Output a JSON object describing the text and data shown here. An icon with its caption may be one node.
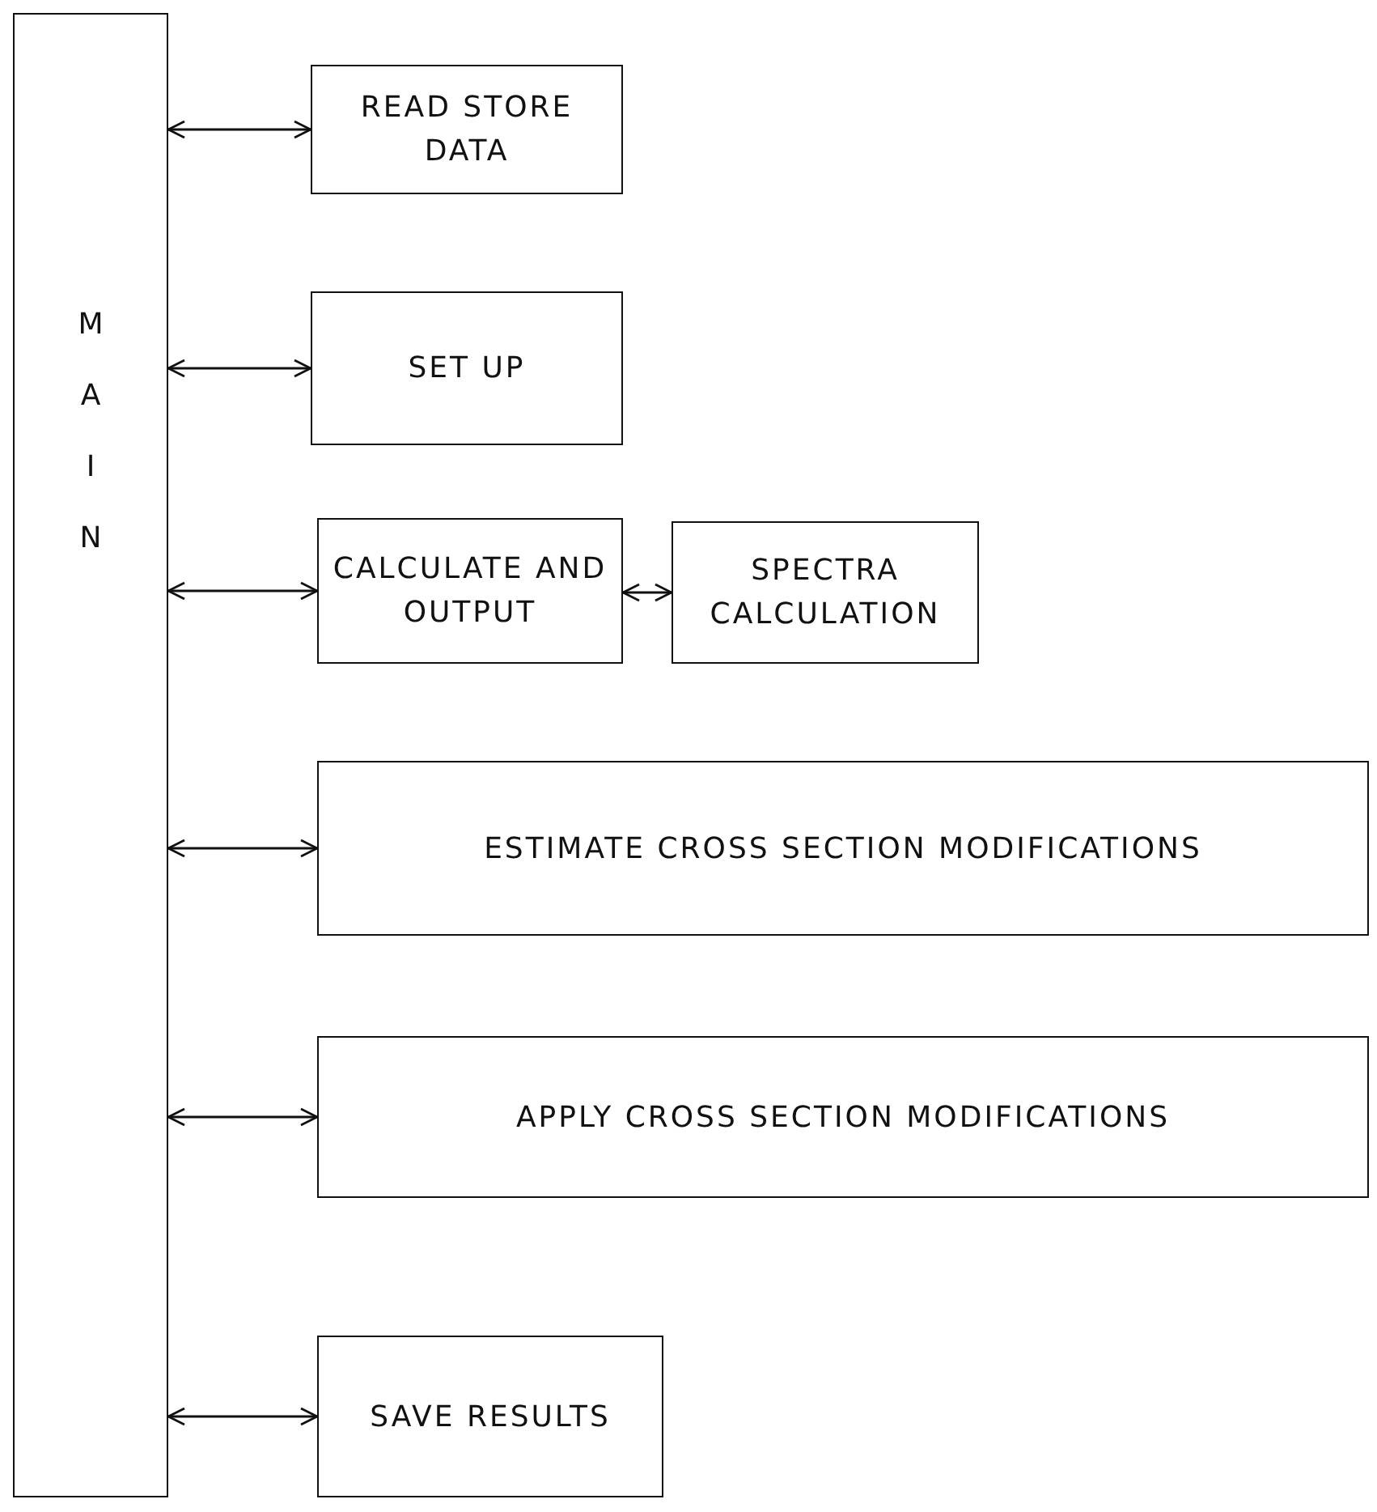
{
  "diagram": {
    "nodes": [
      {
        "text": [
          "MAIN"
        ]
      },
      {
        "text": [
          "READ STORE DATA"
        ]
      },
      {
        "text": [
          "SET UP"
        ]
      },
      {
        "text": [
          "CALCULATE AND OUTPUT"
        ]
      },
      {
        "text": [
          "SPECTRA CALCULATION"
        ]
      },
      {
        "text": [
          "ESTIMATE CROSS SECTION MODIFICATIONS"
        ]
      },
      {
        "text": [
          "APPLY CROSS SECTION MODIFICATIONS"
        ]
      },
      {
        "text": [
          "SAVE RESULTS"
        ]
      }
    ],
    "edges": [
      {
        "from": 0,
        "to": 1,
        "arrow": "both"
      },
      {
        "from": 0,
        "to": 2,
        "arrow": "both"
      },
      {
        "from": 0,
        "to": 3,
        "arrow": "both"
      },
      {
        "from": 3,
        "to": 4,
        "arrow": "both"
      },
      {
        "from": 0,
        "to": 5,
        "arrow": "both"
      },
      {
        "from": 0,
        "to": 6,
        "arrow": "both"
      },
      {
        "from": 0,
        "to": 7,
        "arrow": "both"
      }
    ]
  }
}
